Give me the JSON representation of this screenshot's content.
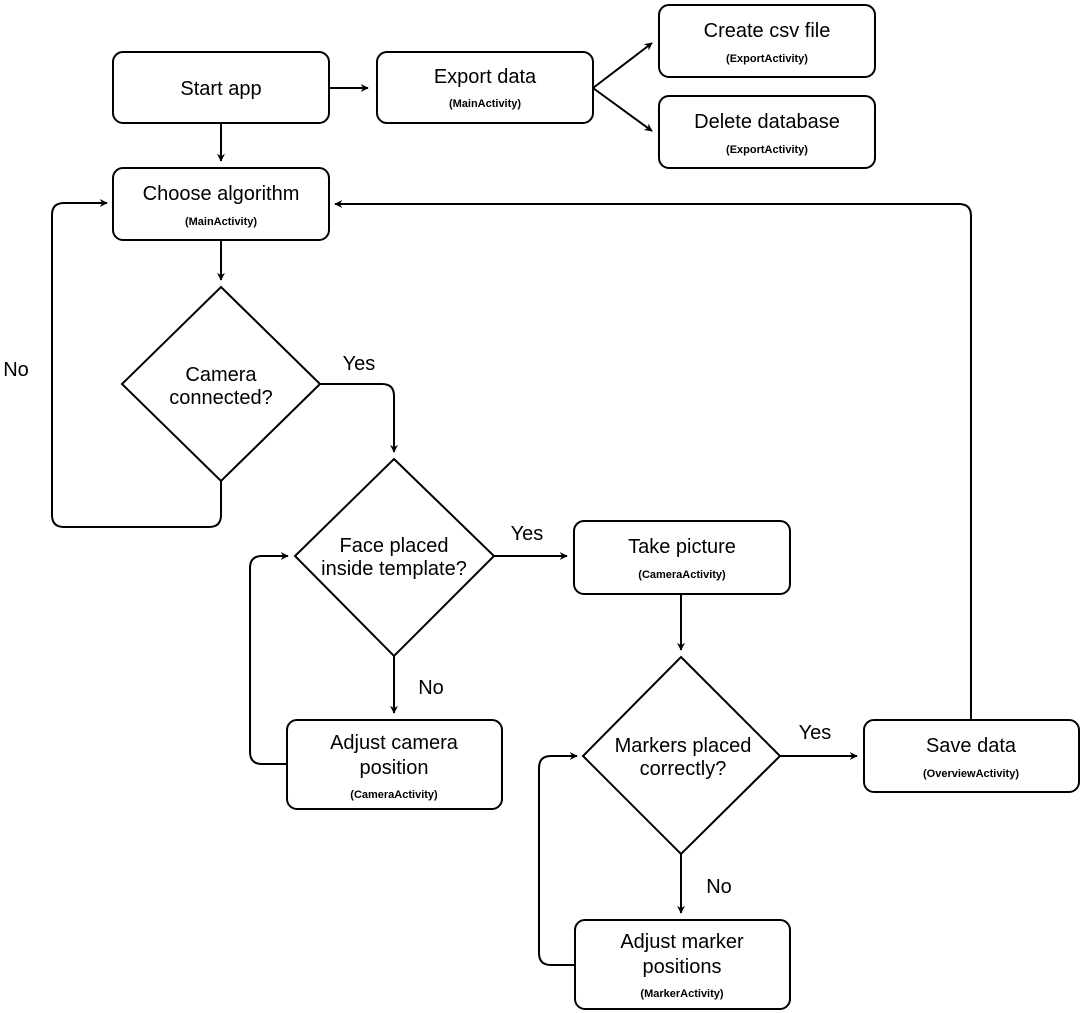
{
  "nodes": {
    "start_app": {
      "title": "Start app"
    },
    "export_data": {
      "title": "Export data",
      "activity": "(MainActivity)"
    },
    "create_csv": {
      "title": "Create csv file",
      "activity": "(ExportActivity)"
    },
    "delete_db": {
      "title": "Delete database",
      "activity": "(ExportActivity)"
    },
    "choose_algorithm": {
      "title": "Choose algorithm",
      "activity": "(MainActivity)"
    },
    "camera_connected": {
      "line1": "Camera",
      "line2": "connected?"
    },
    "face_placed": {
      "line1": "Face placed",
      "line2": "inside template?"
    },
    "take_picture": {
      "title": "Take picture",
      "activity": "(CameraActivity)"
    },
    "adjust_camera": {
      "line1": "Adjust camera",
      "line2": "position",
      "activity": "(CameraActivity)"
    },
    "markers_placed": {
      "line1": "Markers placed",
      "line2": "correctly?"
    },
    "save_data": {
      "title": "Save data",
      "activity": "(OverviewActivity)"
    },
    "adjust_marker": {
      "line1": "Adjust marker",
      "line2": "positions",
      "activity": "(MarkerActivity)"
    }
  },
  "edges": {
    "camera_no": "No",
    "camera_yes": "Yes",
    "face_yes": "Yes",
    "face_no": "No",
    "markers_yes": "Yes",
    "markers_no": "No"
  }
}
